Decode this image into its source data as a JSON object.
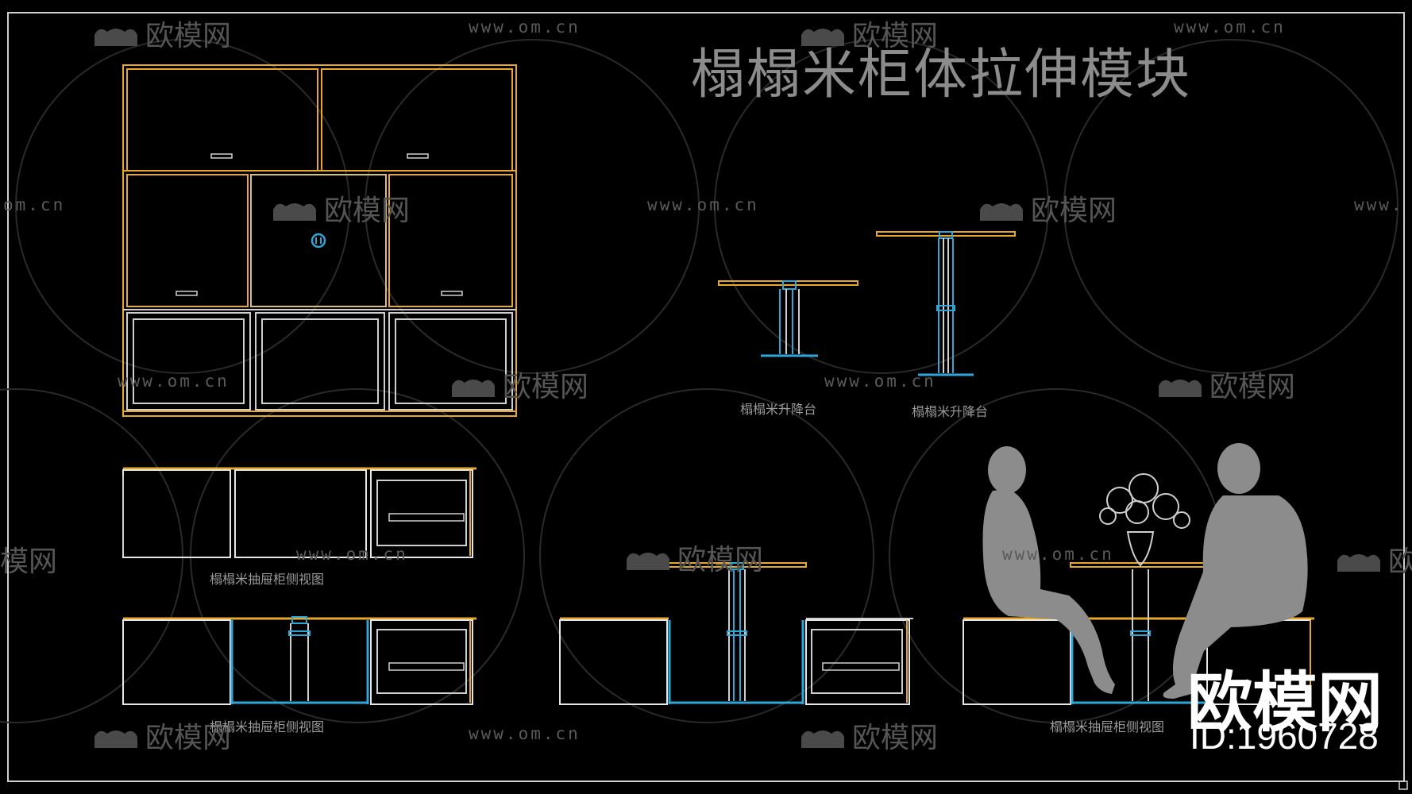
{
  "title": "榻榻米柜体拉伸模块",
  "labels": {
    "lift_table_1": "榻榻米升降台",
    "lift_table_2": "榻榻米升降台",
    "drawer_side_1": "榻榻米抽屉柜侧视图",
    "drawer_side_2": "榻榻米抽屉柜侧视图",
    "drawer_side_3": "榻榻米抽屉柜侧视图"
  },
  "watermark": {
    "logo_text": "欧模网",
    "url_text": "www.om.cn",
    "url_partial_left": "om.cn",
    "url_partial_right": "www.",
    "logo_partial_left": "模网",
    "logo_partial_right": "欧"
  },
  "brand": {
    "name": "欧模网",
    "id": "ID:1960728"
  },
  "colors": {
    "background": "#000000",
    "cabinet_lines": "#e8a92a",
    "frame_lines": "#e6e6e6",
    "lift_lines": "#2fa6d8",
    "watermark": "#555555",
    "silhouette": "#8c8c8c"
  }
}
